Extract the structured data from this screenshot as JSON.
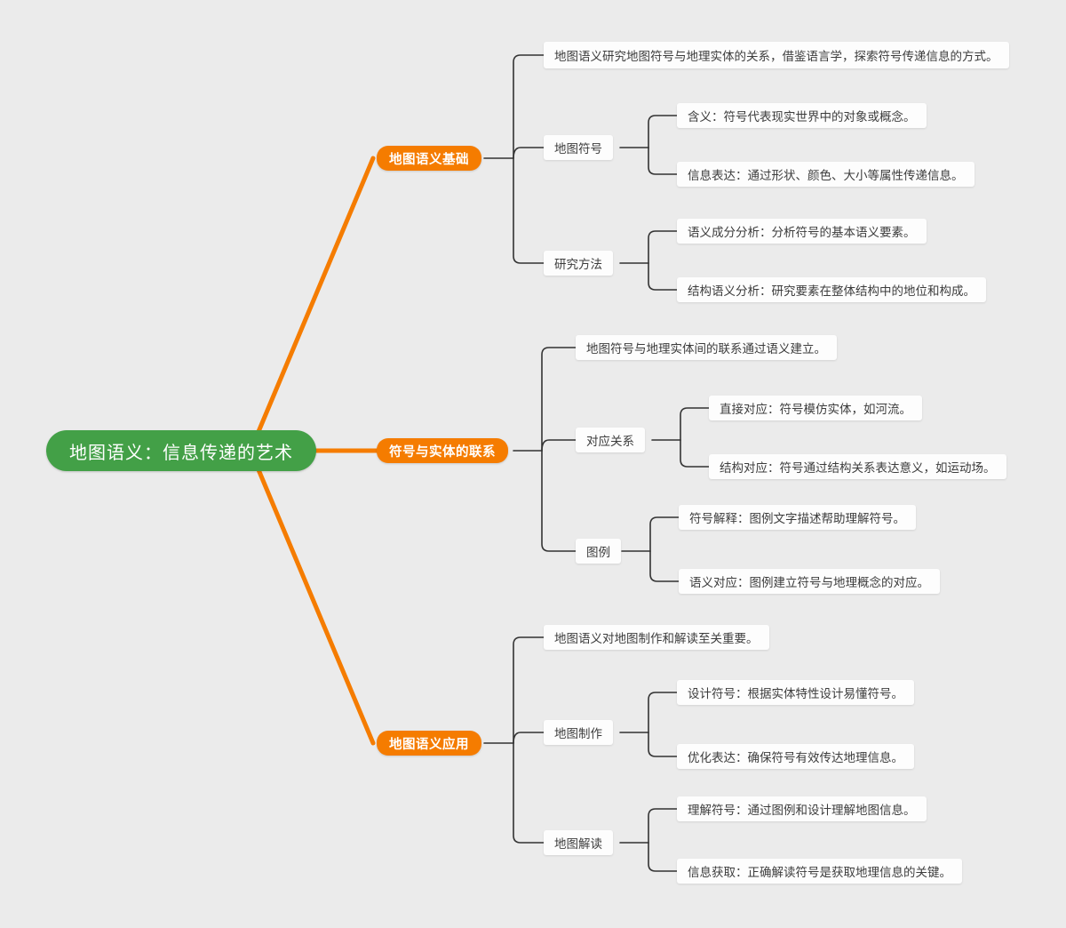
{
  "theme": {
    "background": "#ebebeb",
    "root_color": "#43a047",
    "branch_color": "#f57c00",
    "box_color": "#fdfdfd",
    "connector_primary": "#f57c00",
    "connector_secondary": "#333333",
    "text_dark": "#3c3c3c",
    "text_light": "#ffffff"
  },
  "mindmap": {
    "root": {
      "label": "地图语义：信息传递的艺术"
    },
    "branches": [
      {
        "label": "地图语义基础",
        "summary": "地图语义研究地图符号与地理实体的关系，借鉴语言学，探索符号传递信息的方式。",
        "topics": [
          {
            "label": "地图符号",
            "items": [
              "含义：符号代表现实世界中的对象或概念。",
              "信息表达：通过形状、颜色、大小等属性传递信息。"
            ]
          },
          {
            "label": "研究方法",
            "items": [
              "语义成分分析：分析符号的基本语义要素。",
              "结构语义分析：研究要素在整体结构中的地位和构成。"
            ]
          }
        ]
      },
      {
        "label": "符号与实体的联系",
        "summary": "地图符号与地理实体间的联系通过语义建立。",
        "topics": [
          {
            "label": "对应关系",
            "items": [
              "直接对应：符号模仿实体，如河流。",
              "结构对应：符号通过结构关系表达意义，如运动场。"
            ]
          },
          {
            "label": "图例",
            "items": [
              "符号解释：图例文字描述帮助理解符号。",
              "语义对应：图例建立符号与地理概念的对应。"
            ]
          }
        ]
      },
      {
        "label": "地图语义应用",
        "summary": "地图语义对地图制作和解读至关重要。",
        "topics": [
          {
            "label": "地图制作",
            "items": [
              "设计符号：根据实体特性设计易懂符号。",
              "优化表达：确保符号有效传达地理信息。"
            ]
          },
          {
            "label": "地图解读",
            "items": [
              "理解符号：通过图例和设计理解地图信息。",
              "信息获取：正确解读符号是获取地理信息的关键。"
            ]
          }
        ]
      }
    ]
  }
}
